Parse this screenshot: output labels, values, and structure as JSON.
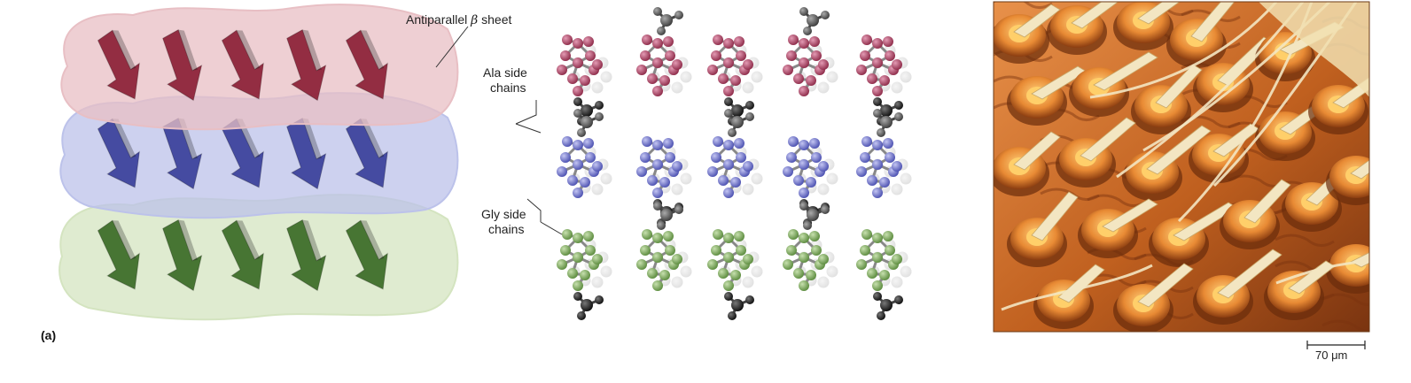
{
  "labels": {
    "antiparallel_prefix": "Antiparallel ",
    "antiparallel_beta": "β",
    "antiparallel_suffix": " sheet",
    "ala_line1": "Ala side",
    "ala_line2": "chains",
    "gly_line1": "Gly side",
    "gly_line2": "chains",
    "panel_a": "(a)",
    "scale_bar": "70 μm"
  },
  "colors": {
    "red_sheet": "#8b2035",
    "red_surface": "#e8bfc4",
    "blue_sheet": "#3a3f9a",
    "blue_surface": "#bcc2ea",
    "green_sheet": "#3a6a25",
    "green_surface": "#d4e4c0",
    "red_atom": "#b04a6a",
    "blue_atom": "#6e72c8",
    "green_atom": "#7fab5e",
    "black_atom": "#1a1a1a",
    "gray_atom": "#555555",
    "micrograph_orange": "#d97a2e",
    "fiber_cream": "#f3e6c2"
  }
}
